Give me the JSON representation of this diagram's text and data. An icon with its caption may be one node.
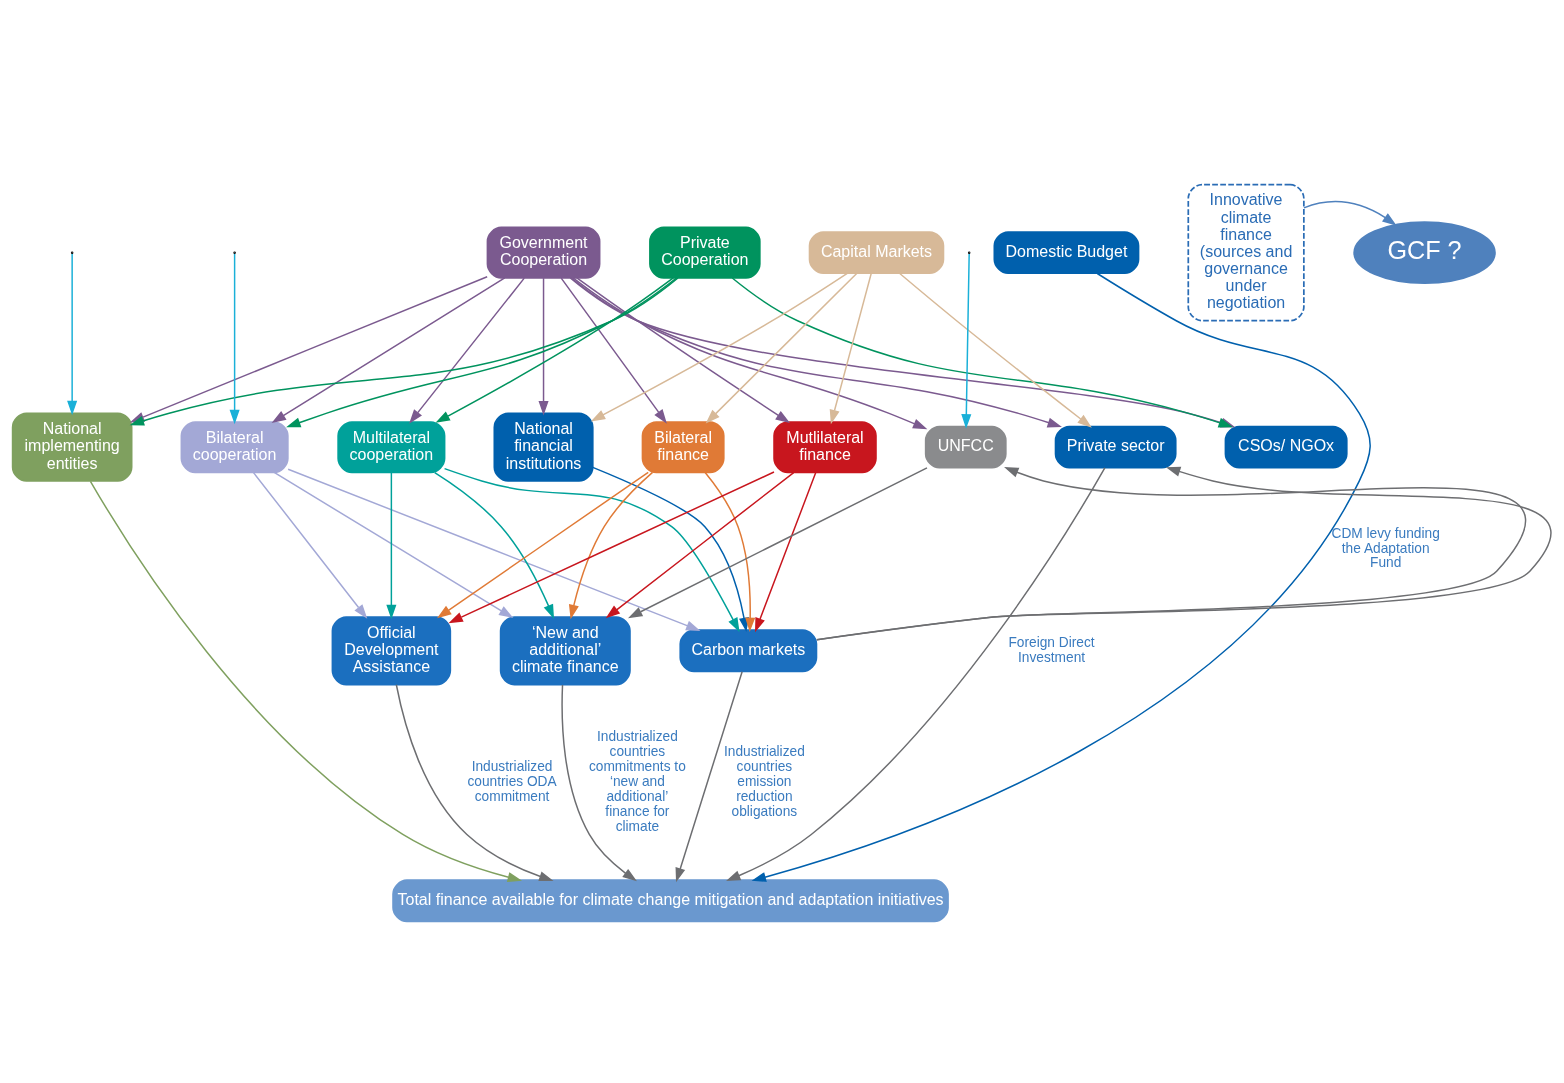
{
  "diagram": {
    "nodes": [
      {
        "text": [
          "Government Cooperation"
        ]
      },
      {
        "text": [
          "Private Cooperation"
        ]
      },
      {
        "text": [
          "Capital Markets"
        ]
      },
      {
        "text": [
          "Domestic Budget"
        ]
      },
      {
        "text": [
          "Innovative climate finance (sources and governance under negotiation"
        ]
      },
      {
        "text": [
          "GCF ?"
        ]
      },
      {
        "text": [
          "National implementing entities"
        ]
      },
      {
        "text": [
          "Bilateral cooperation"
        ]
      },
      {
        "text": [
          "Multilateral cooperation"
        ]
      },
      {
        "text": [
          "National financial institutions"
        ]
      },
      {
        "text": [
          "Bilateral finance"
        ]
      },
      {
        "text": [
          "Mutlilateral finance"
        ]
      },
      {
        "text": [
          "UNFCC"
        ]
      },
      {
        "text": [
          "Private sector"
        ]
      },
      {
        "text": [
          "CSOs/ NGOx"
        ]
      },
      {
        "text": [
          "Official Development Assistance"
        ]
      },
      {
        "text": [
          "‘New and additional’ climate finance"
        ]
      },
      {
        "text": [
          "Carbon markets"
        ]
      },
      {
        "text": [
          "Total finance available for climate change mitigation and adaptation initiatives"
        ]
      }
    ],
    "edges": [
      {
        "from": 0,
        "to": 6,
        "arrow": "to"
      },
      {
        "from": 0,
        "to": 7,
        "arrow": "to"
      },
      {
        "from": 0,
        "to": 8,
        "arrow": "to"
      },
      {
        "from": 0,
        "to": 9,
        "arrow": "to"
      },
      {
        "from": 0,
        "to": 10,
        "arrow": "to"
      },
      {
        "from": 0,
        "to": 11,
        "arrow": "to"
      },
      {
        "from": 0,
        "to": 12,
        "arrow": "to"
      },
      {
        "from": 0,
        "to": 13,
        "arrow": "to"
      },
      {
        "from": 0,
        "to": 14,
        "arrow": "to"
      },
      {
        "from": 1,
        "to": 6,
        "arrow": "to",
        "color": "#00935e"
      },
      {
        "from": 1,
        "to": 7,
        "arrow": "to",
        "color": "#00935e"
      },
      {
        "from": 1,
        "to": 8,
        "arrow": "to",
        "color": "#00935e"
      },
      {
        "from": 1,
        "to": 14,
        "arrow": "to",
        "color": "#00935e"
      },
      {
        "from": 2,
        "to": 9,
        "arrow": "to",
        "color": "#d7b998"
      },
      {
        "from": 2,
        "to": 10,
        "arrow": "to",
        "color": "#d7b998"
      },
      {
        "from": 2,
        "to": 11,
        "arrow": "to",
        "color": "#d7b998"
      },
      {
        "from": 2,
        "to": 13,
        "arrow": "to",
        "color": "#d7b998"
      },
      {
        "from": null,
        "to": 6,
        "arrow": "to",
        "color": "#1ab0d8"
      },
      {
        "from": null,
        "to": 7,
        "arrow": "to",
        "color": "#1ab0d8"
      },
      {
        "from": null,
        "to": 12,
        "arrow": "to",
        "color": "#1ab0d8"
      },
      {
        "from": 17,
        "to": 12,
        "arrow": "to",
        "color": "#6d6e71"
      },
      {
        "from": 17,
        "to": 13,
        "arrow": "to",
        "color": "#6d6e71"
      },
      {
        "from": 4,
        "to": 5,
        "arrow": "to",
        "color": "#4f81bd"
      },
      {
        "from": 7,
        "to": 15,
        "arrow": "to",
        "color": "#a3a8d6"
      },
      {
        "from": 7,
        "to": 16,
        "arrow": "to",
        "color": "#a3a8d6"
      },
      {
        "from": 7,
        "to": 17,
        "arrow": "to",
        "color": "#a3a8d6"
      },
      {
        "from": 8,
        "to": 15,
        "arrow": "to",
        "color": "#00a19a"
      },
      {
        "from": 8,
        "to": 16,
        "arrow": "to",
        "color": "#00a19a"
      },
      {
        "from": 8,
        "to": 17,
        "arrow": "to",
        "color": "#00a19a"
      },
      {
        "from": 9,
        "to": 17,
        "arrow": "to",
        "color": "#0060ad"
      },
      {
        "from": 10,
        "to": 15,
        "arrow": "to",
        "color": "#e07a36"
      },
      {
        "from": 10,
        "to": 16,
        "arrow": "to",
        "color": "#e07a36"
      },
      {
        "from": 10,
        "to": 17,
        "arrow": "to",
        "color": "#e07a36"
      },
      {
        "from": 11,
        "to": 15,
        "arrow": "to",
        "color": "#c8161e"
      },
      {
        "from": 11,
        "to": 16,
        "arrow": "to",
        "color": "#c8161e"
      },
      {
        "from": 11,
        "to": 17,
        "arrow": "to",
        "color": "#c8161e"
      },
      {
        "from": 12,
        "to": 16,
        "arrow": "to",
        "color": "#6d6e71"
      },
      {
        "from": 6,
        "to": 18,
        "arrow": "to",
        "color": "#7fa05f"
      },
      {
        "from": 15,
        "to": 18,
        "arrow": "to",
        "color": "#6d6e71",
        "label": "Industrialized countries ODA commitment"
      },
      {
        "from": 16,
        "to": 18,
        "arrow": "to",
        "color": "#6d6e71",
        "label": "Industrialized countries commitments to ‘new and additional’ finance for climate"
      },
      {
        "from": 17,
        "to": 18,
        "arrow": "to",
        "color": "#6d6e71",
        "label": "Industrialized countries emission reduction obligations"
      },
      {
        "from": 13,
        "to": 18,
        "arrow": "to",
        "color": "#6d6e71",
        "label": "Foreign Direct Investment"
      },
      {
        "from": 3,
        "to": 18,
        "arrow": "to",
        "color": "#0060ad",
        "label": "CDM levy funding the Adaptation Fund"
      }
    ]
  }
}
